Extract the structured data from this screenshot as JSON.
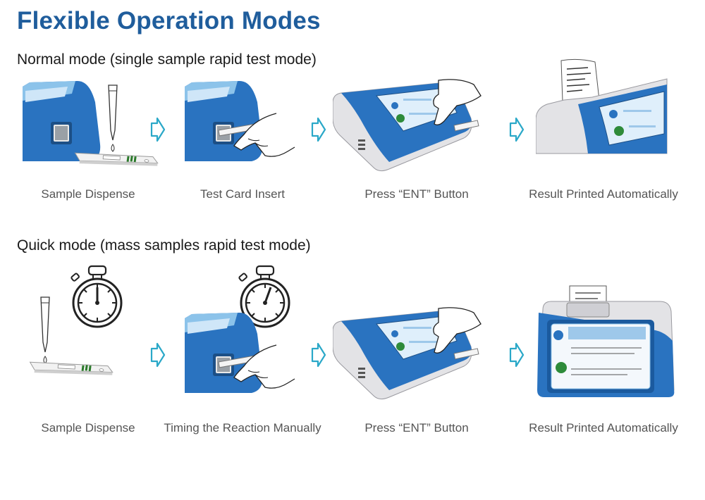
{
  "title": "Flexible Operation Modes",
  "colors": {
    "title": "#1f5d9c",
    "device_blue": "#2a73c0",
    "device_dark": "#1b5a9e",
    "device_gray": "#d4d4d8",
    "arrow": "#2aa8c8"
  },
  "sections": [
    {
      "heading": "Normal mode (single sample rapid test mode)",
      "steps": [
        {
          "label": "Sample Dispense",
          "icon": "pipette-test-card-icon"
        },
        {
          "label": "Test Card Insert",
          "icon": "hand-insert-card-icon"
        },
        {
          "label": "Press “ENT” Button",
          "icon": "press-button-device-icon"
        },
        {
          "label": "Result Printed Automatically",
          "icon": "printer-receipt-icon"
        }
      ]
    },
    {
      "heading": "Quick mode (mass samples rapid test mode)",
      "steps": [
        {
          "label": "Sample Dispense",
          "icon": "stopwatch-pipette-icon"
        },
        {
          "label": "Timing the Reaction Manually",
          "icon": "stopwatch-insert-card-icon"
        },
        {
          "label": "Press “ENT” Button",
          "icon": "press-button-device-icon"
        },
        {
          "label": "Result Printed Automatically",
          "icon": "analyzer-printout-icon"
        }
      ]
    }
  ]
}
